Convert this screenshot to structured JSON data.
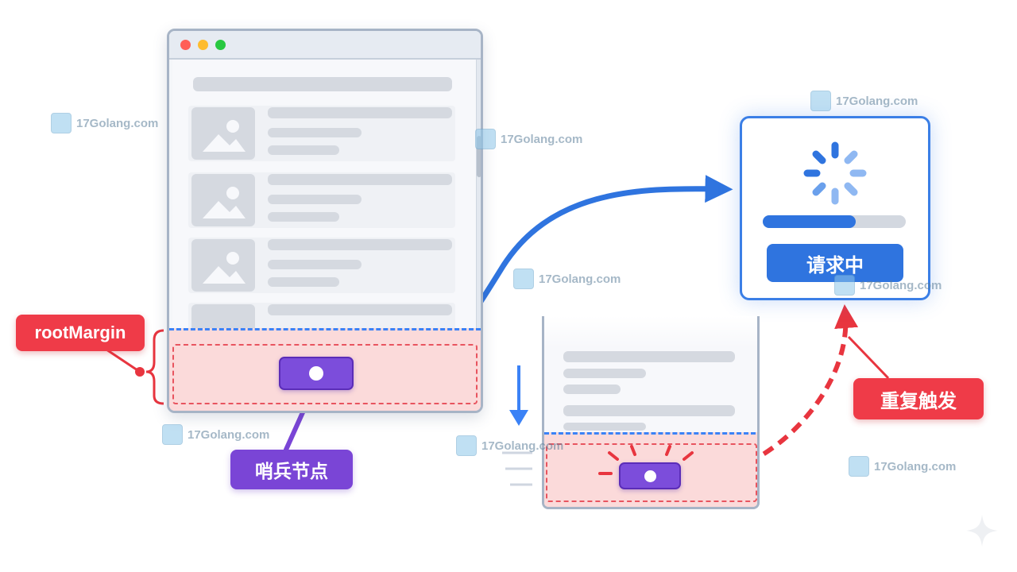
{
  "labels": {
    "root_margin": "rootMargin",
    "sentinel": "哨兵节点",
    "requesting": "请求中",
    "repeat_trigger": "重复触发"
  },
  "loading": {
    "progress": 0.65
  },
  "watermark": {
    "text": "17Golang.com"
  },
  "colors": {
    "accent_blue": "#2f74df",
    "alert_red": "#ef3b48",
    "sentinel_purple": "#7c4ddb",
    "margin_zone": "#fbdada",
    "window_red": "#ff5f57",
    "window_yellow": "#febc2e",
    "window_green": "#28c840"
  }
}
